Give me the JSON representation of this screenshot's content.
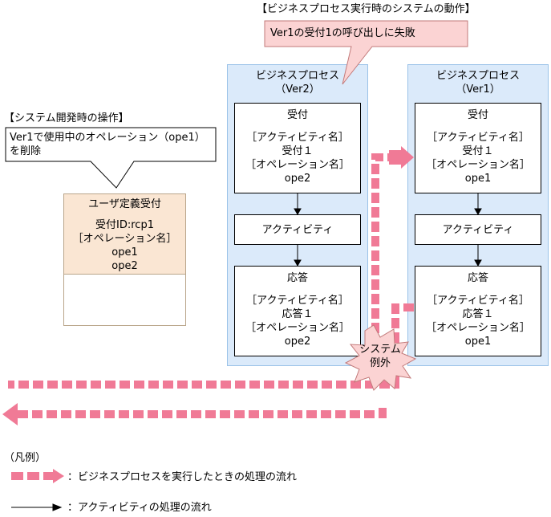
{
  "runtime_heading": "【ビジネスプロセス実行時のシステムの動作】",
  "dev_heading": "【システム開発時の操作】",
  "callout_call_failed": "Ver1の受付1の呼び出しに失敗",
  "callout_delete_line1": "Ver1で使用中のオペレーション（ope1）",
  "callout_delete_line2": "を削除",
  "user_def": {
    "title": "ユーザ定義受付",
    "id_line": "受付ID:rcp1",
    "op_label": "［オペレーション名］",
    "op1": "ope1",
    "op2": "ope2"
  },
  "bp_ver2": {
    "title": "ビジネスプロセス",
    "version": "（Ver2）",
    "receive": {
      "title": "受付",
      "act_label": "［アクティビティ名］",
      "act_name": "受付１",
      "op_label": "［オペレーション名］",
      "op_name": "ope2"
    },
    "activity": "アクティビティ",
    "reply": {
      "title": "応答",
      "act_label": "［アクティビティ名］",
      "act_name": "応答１",
      "op_label": "［オペレーション名］",
      "op_name": "ope2"
    }
  },
  "bp_ver1": {
    "title": "ビジネスプロセス",
    "version": "（Ver1）",
    "receive": {
      "title": "受付",
      "act_label": "［アクティビティ名］",
      "act_name": "受付１",
      "op_label": "［オペレーション名］",
      "op_name": "ope1"
    },
    "activity": "アクティビティ",
    "reply": {
      "title": "応答",
      "act_label": "［アクティビティ名］",
      "act_name": "応答１",
      "op_label": "［オペレーション名］",
      "op_name": "ope1"
    }
  },
  "exception_line1": "システム",
  "exception_line2": "例外",
  "legend": {
    "heading": "（凡例）",
    "bp_flow": "：ビジネスプロセスを実行したときの処理の流れ",
    "activity_flow": "：アクティビティの処理の流れ"
  },
  "colors": {
    "flow": "#f07a96",
    "process_bg": "#dbeafa",
    "userdef_bg": "#fae6d3",
    "callout_bg": "#fbd3d3"
  }
}
